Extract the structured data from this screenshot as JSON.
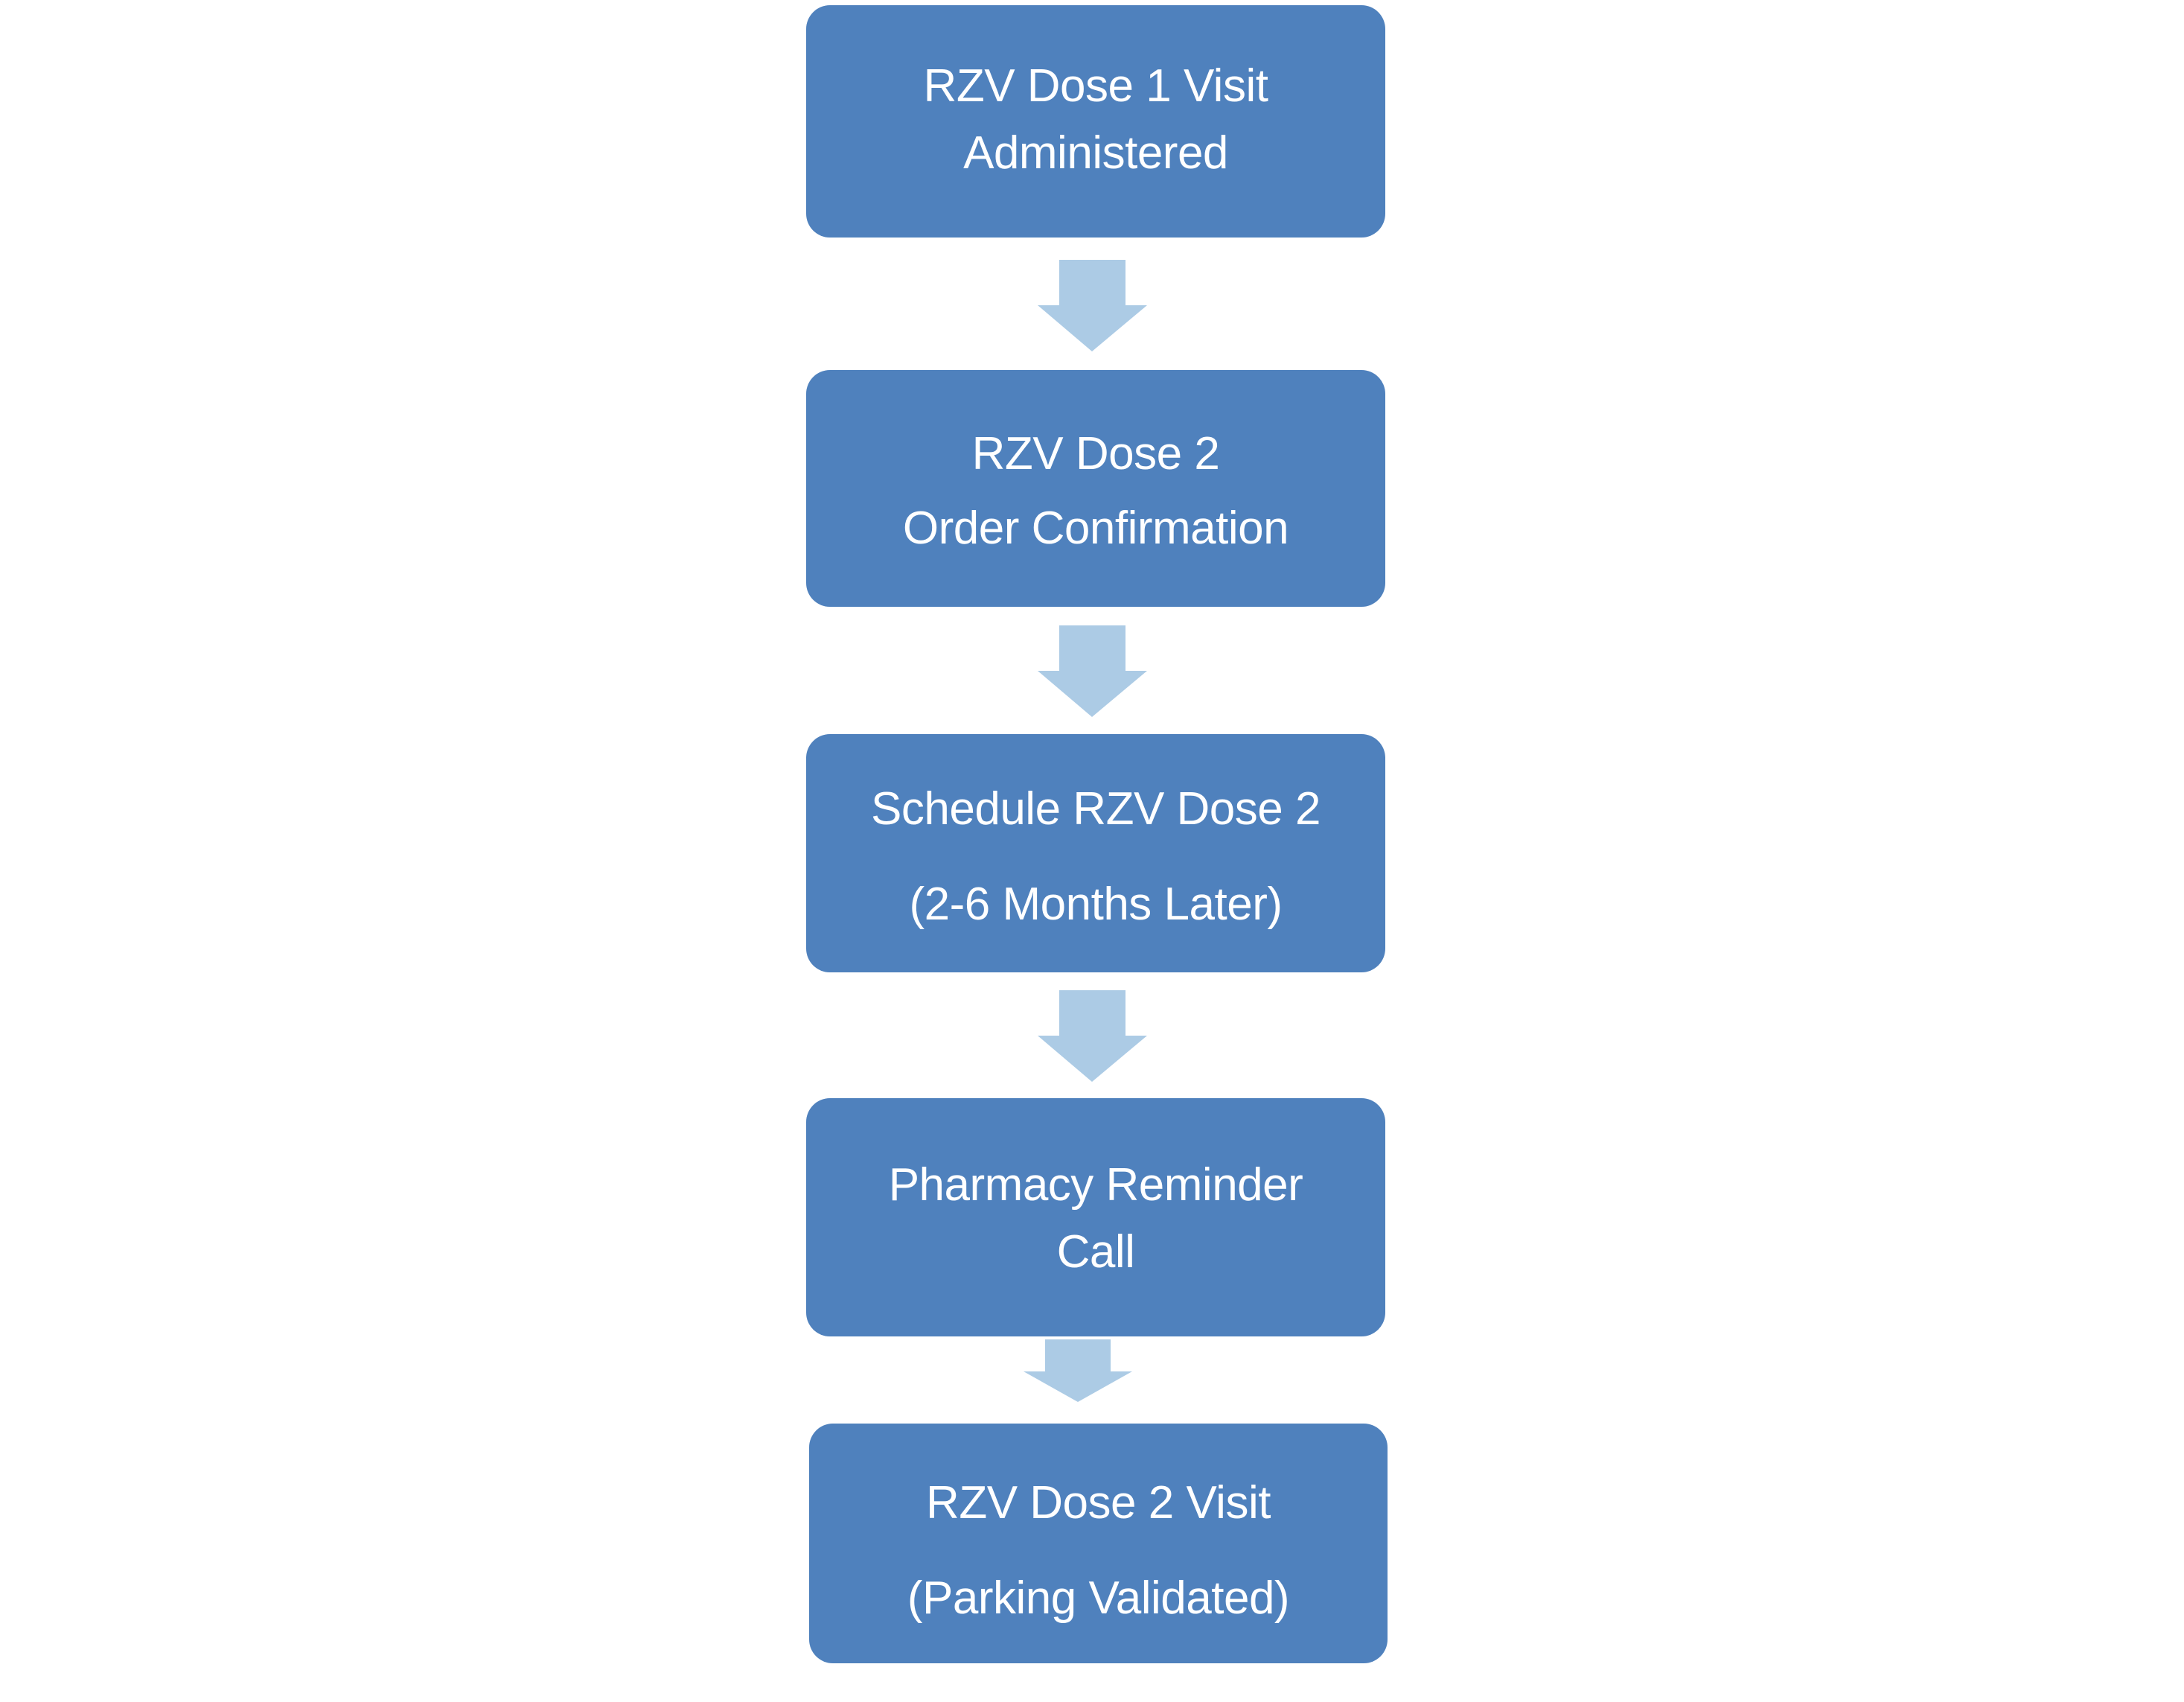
{
  "diagram": {
    "type": "flowchart",
    "direction": "top-to-bottom",
    "colors": {
      "node_fill": "#4F81BD",
      "node_text": "#FFFFFF",
      "arrow_fill": "#ACCBE5",
      "background": "#FFFFFF"
    },
    "nodes": [
      {
        "id": "step1",
        "lines": [
          "RZV Dose 1 Visit",
          "Administered"
        ]
      },
      {
        "id": "step2",
        "lines": [
          "RZV Dose 2",
          "Order Confirmation"
        ]
      },
      {
        "id": "step3",
        "lines": [
          "Schedule RZV Dose 2",
          "(2-6 Months Later)"
        ]
      },
      {
        "id": "step4",
        "lines": [
          "Pharmacy Reminder",
          "Call"
        ]
      },
      {
        "id": "step5",
        "lines": [
          "RZV Dose 2 Visit",
          "(Parking Validated)"
        ]
      }
    ],
    "edges": [
      {
        "from": "step1",
        "to": "step2",
        "icon": "down-arrow-icon"
      },
      {
        "from": "step2",
        "to": "step3",
        "icon": "down-arrow-icon"
      },
      {
        "from": "step3",
        "to": "step4",
        "icon": "down-arrow-icon"
      },
      {
        "from": "step4",
        "to": "step5",
        "icon": "down-arrow-icon"
      }
    ]
  }
}
